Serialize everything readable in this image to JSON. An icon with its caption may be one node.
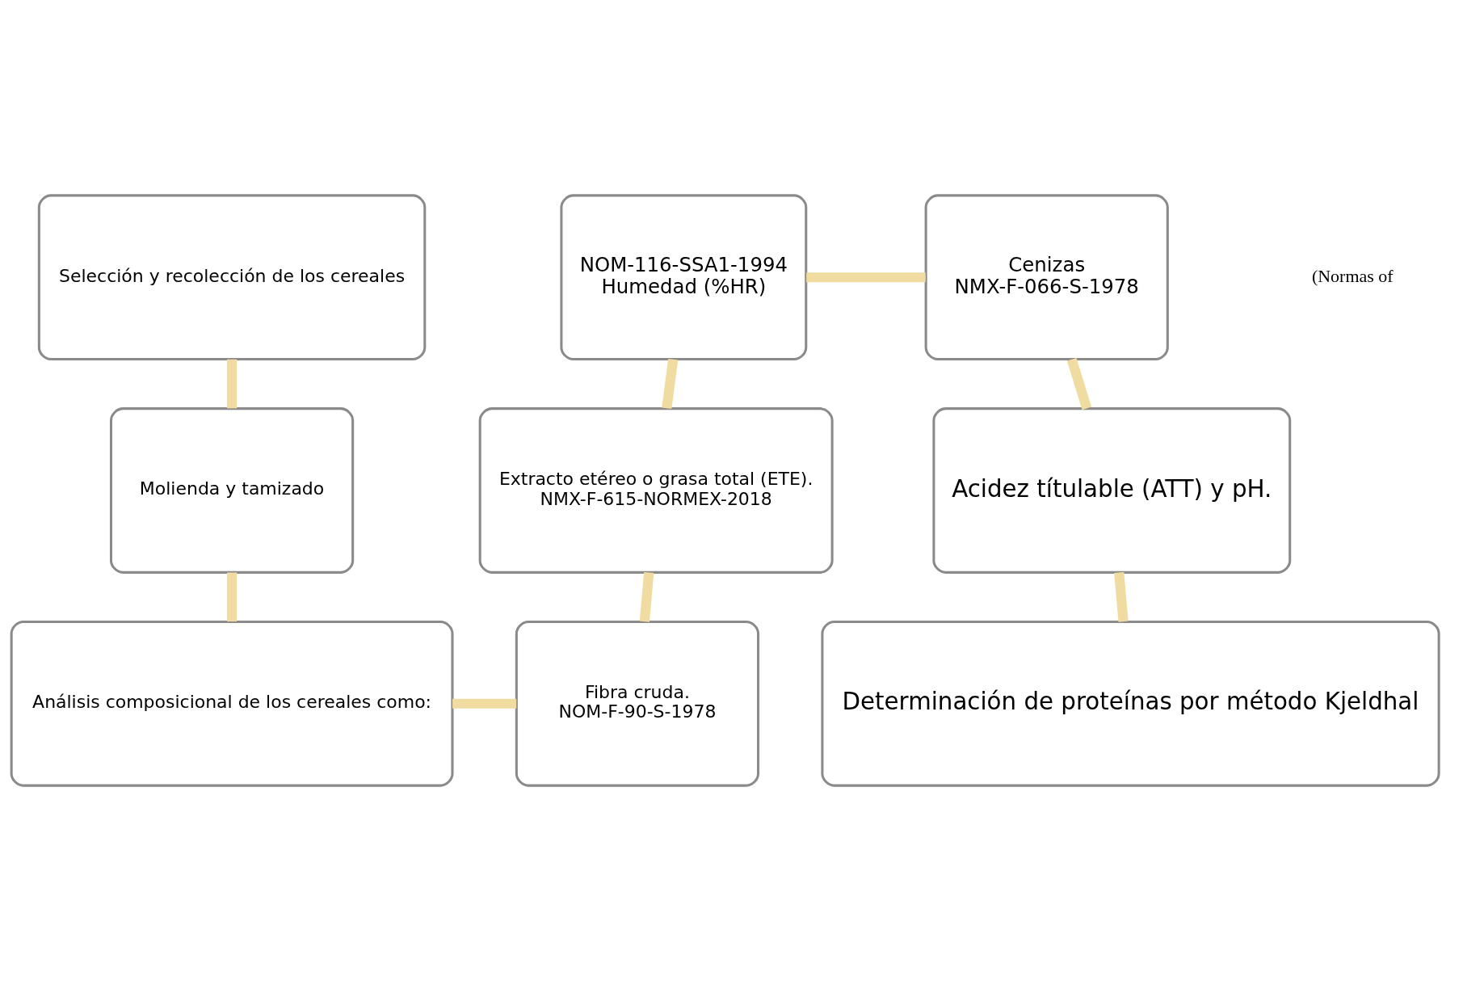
{
  "diagram": {
    "nodes": [
      {
        "text": [
          "Selección y recolección de los cereales"
        ]
      },
      {
        "text": [
          "Molienda y tamizado"
        ]
      },
      {
        "text": [
          "Análisis composicional de los cereales como:"
        ]
      },
      {
        "text": [
          "Fibra cruda.",
          "NOM-F-90-S-1978"
        ]
      },
      {
        "text": [
          "Extracto etéreo o grasa total (ETE).",
          "NMX-F-615-NORMEX-2018"
        ]
      },
      {
        "text": [
          "NOM-116-SSA1-1994",
          "Humedad (%HR)"
        ]
      },
      {
        "text": [
          "Cenizas",
          "NMX-F-066-S-1978"
        ]
      },
      {
        "text": [
          "Acidez títulable (ATT) y pH."
        ]
      },
      {
        "text": [
          "Determinación de proteínas por método Kjeldhal"
        ]
      }
    ],
    "edges": [
      {
        "from": 0,
        "to": 1,
        "arrow": "none"
      },
      {
        "from": 1,
        "to": 2,
        "arrow": "none"
      },
      {
        "from": 2,
        "to": 3,
        "arrow": "none"
      },
      {
        "from": 3,
        "to": 4,
        "arrow": "none"
      },
      {
        "from": 4,
        "to": 5,
        "arrow": "none"
      },
      {
        "from": 5,
        "to": 6,
        "arrow": "none"
      },
      {
        "from": 6,
        "to": 7,
        "arrow": "none"
      },
      {
        "from": 7,
        "to": 8,
        "arrow": "none"
      }
    ],
    "labels": [
      "(Normas of"
    ]
  }
}
